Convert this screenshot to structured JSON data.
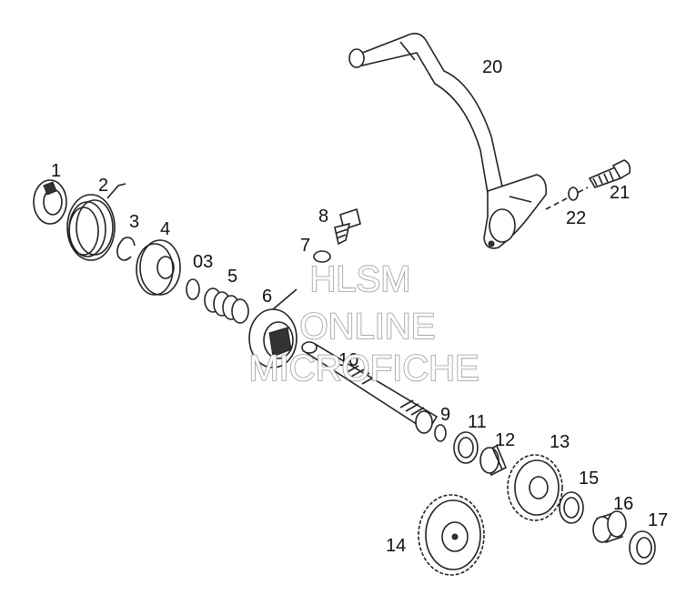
{
  "labels": {
    "p1": "1",
    "p2": "2",
    "p3": "3",
    "p4": "4",
    "p03": "03",
    "p5": "5",
    "p6": "6",
    "p7": "7",
    "p8": "8",
    "p9": "9",
    "p10": "10",
    "p11": "11",
    "p12": "12",
    "p13": "13",
    "p14": "14",
    "p15": "15",
    "p16": "16",
    "p17": "17",
    "p20": "20",
    "p21": "21",
    "p22": "22"
  },
  "watermark": {
    "line1": "HLSM",
    "line2": "ONLINE",
    "line3": "MICROFICHE"
  }
}
